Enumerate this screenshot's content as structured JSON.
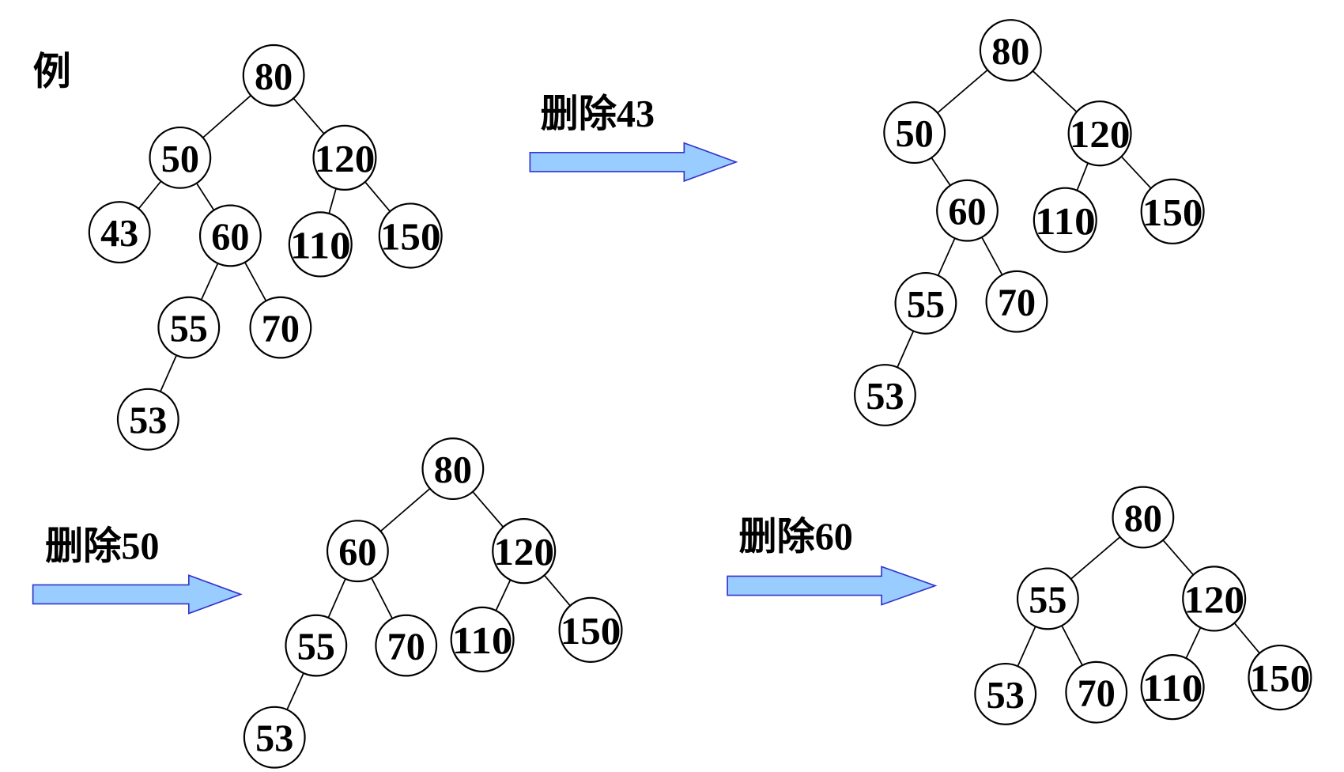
{
  "example_label": "例",
  "steps": [
    {
      "label": "删除43"
    },
    {
      "label": "删除50"
    },
    {
      "label": "删除60"
    }
  ],
  "colors": {
    "arrow_fill": "#99CCFF",
    "arrow_stroke": "#3333CC",
    "node_stroke": "#000000",
    "background": "#FFFFFF"
  },
  "trees": [
    {
      "nodes": [
        {
          "v": "80"
        },
        {
          "v": "50",
          "p": 0
        },
        {
          "v": "120",
          "p": 0
        },
        {
          "v": "43",
          "p": 1
        },
        {
          "v": "60",
          "p": 1
        },
        {
          "v": "110",
          "p": 2
        },
        {
          "v": "150",
          "p": 2
        },
        {
          "v": "55",
          "p": 4
        },
        {
          "v": "70",
          "p": 4
        },
        {
          "v": "53",
          "p": 7
        }
      ]
    },
    {
      "nodes": [
        {
          "v": "80"
        },
        {
          "v": "50",
          "p": 0
        },
        {
          "v": "120",
          "p": 0
        },
        {
          "v": "60",
          "p": 1
        },
        {
          "v": "110",
          "p": 2
        },
        {
          "v": "150",
          "p": 2
        },
        {
          "v": "55",
          "p": 3
        },
        {
          "v": "70",
          "p": 3
        },
        {
          "v": "53",
          "p": 6
        }
      ]
    },
    {
      "nodes": [
        {
          "v": "80"
        },
        {
          "v": "60",
          "p": 0
        },
        {
          "v": "120",
          "p": 0
        },
        {
          "v": "55",
          "p": 1
        },
        {
          "v": "70",
          "p": 1
        },
        {
          "v": "110",
          "p": 2
        },
        {
          "v": "150",
          "p": 2
        },
        {
          "v": "53",
          "p": 3
        }
      ]
    },
    {
      "nodes": [
        {
          "v": "80"
        },
        {
          "v": "55",
          "p": 0
        },
        {
          "v": "120",
          "p": 0
        },
        {
          "v": "53",
          "p": 1
        },
        {
          "v": "70",
          "p": 1
        },
        {
          "v": "110",
          "p": 2
        },
        {
          "v": "150",
          "p": 2
        }
      ]
    }
  ]
}
